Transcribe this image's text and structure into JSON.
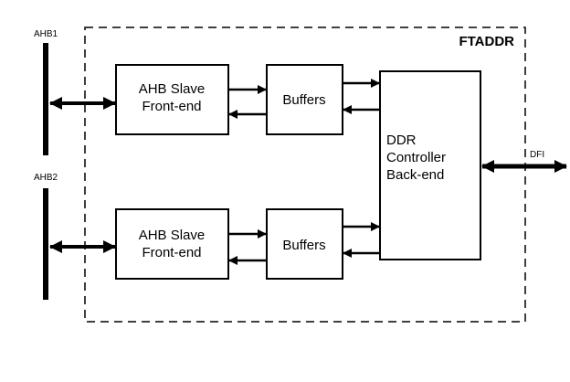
{
  "diagram": {
    "container_label": "FTADDR",
    "bus_labels": {
      "ahb1": "AHB1",
      "ahb2": "AHB2",
      "dfi": "DFI"
    },
    "blocks": {
      "slave_top": [
        "AHB Slave",
        "Front-end"
      ],
      "buffers_top": "Buffers",
      "slave_bottom": [
        "AHB Slave",
        "Front-end"
      ],
      "buffers_bottom": "Buffers",
      "ddr": [
        "DDR",
        "Controller",
        "Back-end"
      ]
    },
    "colors": {
      "line": "#000000",
      "background": "#ffffff"
    }
  }
}
